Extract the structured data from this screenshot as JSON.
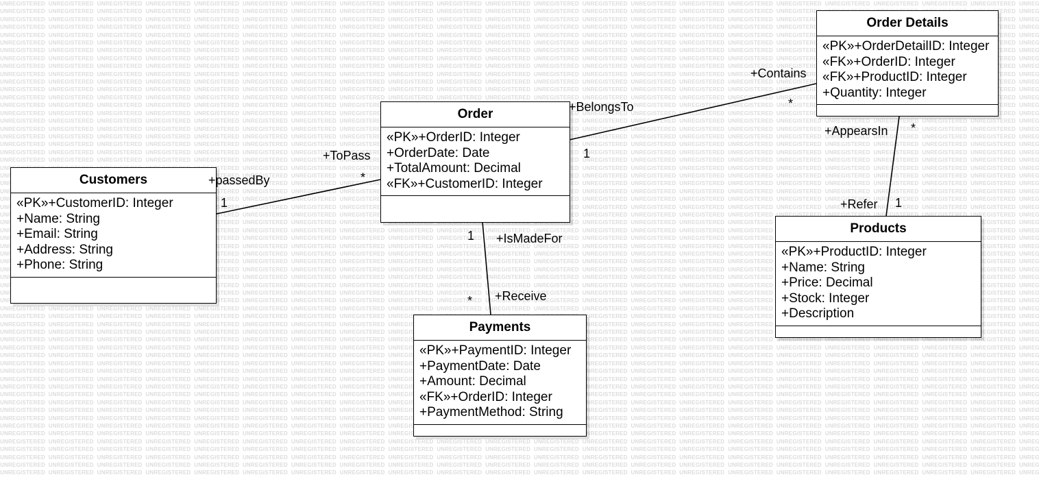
{
  "watermark": {
    "text": "UNREGISTERED"
  },
  "classes": {
    "order_details": {
      "name": "Order Details",
      "attributes": [
        "«PK»+OrderDetailID: Integer",
        "«FK»+OrderID: Integer",
        "«FK»+ProductID: Integer",
        "+Quantity: Integer"
      ]
    },
    "order": {
      "name": "Order",
      "attributes": [
        "«PK»+OrderID: Integer",
        "+OrderDate: Date",
        "+TotalAmount: Decimal",
        "«FK»+CustomerID: Integer"
      ]
    },
    "customers": {
      "name": "Customers",
      "attributes": [
        "«PK»+CustomerID: Integer",
        "+Name: String",
        "+Email: String",
        "+Address: String",
        "+Phone: String"
      ]
    },
    "products": {
      "name": "Products",
      "attributes": [
        "«PK»+ProductID: Integer",
        "+Name: String",
        "+Price: Decimal",
        "+Stock: Integer",
        "+Description"
      ]
    },
    "payments": {
      "name": "Payments",
      "attributes": [
        "«PK»+PaymentID: Integer",
        "+PaymentDate: Date",
        "+Amount: Decimal",
        "«FK»+OrderID: Integer",
        "+PaymentMethod: String"
      ]
    }
  },
  "associations": {
    "order_orderdetails": {
      "role_order": "+BelongsTo",
      "mult_order": "1",
      "role_details": "+Contains",
      "mult_details": "*"
    },
    "customers_order": {
      "role_customers": "+passedBy",
      "mult_customers": "1",
      "role_order": "+ToPass",
      "mult_order": "*"
    },
    "orderdetails_products": {
      "role_details": "+AppearsIn",
      "mult_details": "*",
      "role_products": "+Refer",
      "mult_products": "1"
    },
    "order_payments": {
      "role_order": "+IsMadeFor",
      "mult_order": "1",
      "role_payments": "+Receive",
      "mult_payments": "*"
    }
  }
}
